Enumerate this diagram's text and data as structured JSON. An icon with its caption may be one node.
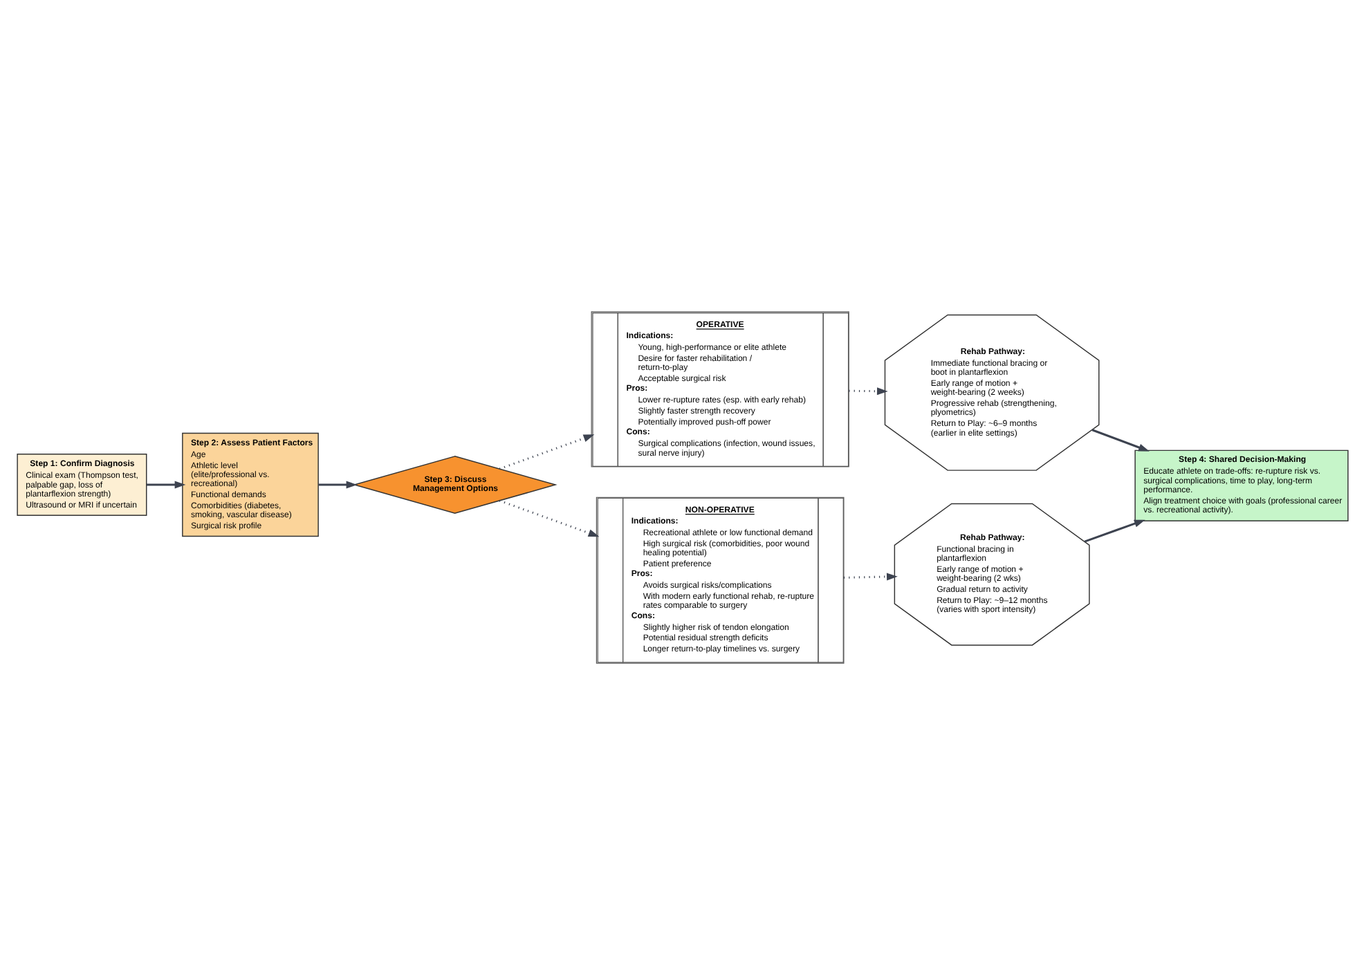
{
  "diagram": {
    "nodes": [
      {
        "text": [
          "Step 1: Confirm Diagnosis",
          "Clinical exam (Thompson test, palpable gap, loss of plantarflexion strength)",
          "Ultrasound or MRI if uncertain"
        ]
      },
      {
        "text": [
          "Step 2: Assess Patient Factors",
          "Age",
          "Athletic level (elite/professional vs. recreational)",
          "Functional demands",
          "Comorbidities (diabetes, smoking, vascular disease)",
          "Surgical risk profile"
        ]
      },
      {
        "text": [
          "Step 3: Discuss Management Options"
        ]
      },
      {
        "text": [
          "OPERATIVE",
          "Indications:",
          "Young, high-performance or elite athlete",
          "Desire for faster rehabilitation / return-to-play",
          "Acceptable surgical risk",
          "Pros:",
          "Lower re-rupture rates (esp. with early rehab)",
          "Slightly faster strength recovery",
          "Potentially improved push-off power",
          "Cons:",
          "Surgical complications (infection, wound issues, sural nerve injury)"
        ]
      },
      {
        "text": [
          "NON-OPERATIVE",
          "Indications:",
          "Recreational athlete or low functional demand",
          "High surgical risk (comorbidities, poor wound healing potential)",
          "Patient preference",
          "Pros:",
          "Avoids surgical risks/complications",
          "With modern early functional rehab, re-rupture rates comparable to surgery",
          "Cons:",
          "Slightly higher risk of tendon elongation",
          "Potential residual strength deficits",
          "Longer return-to-play timelines vs. surgery"
        ]
      },
      {
        "text": [
          "Rehab Pathway:",
          "Immediate functional bracing or boot in plantarflexion",
          "Early range of motion + weight-bearing (2 weeks)",
          "Progressive rehab (strengthening, plyometrics)",
          "Return to Play: ~6–9 months (earlier in elite settings)"
        ]
      },
      {
        "text": [
          "Step 4: Shared Decision-Making",
          "Educate athlete on trade-offs: re-rupture risk vs. surgical complications, time to play, long-term performance.",
          "Align treatment choice with goals (professional career vs. recreational activity)."
        ]
      },
      {
        "text": [
          "Rehab Pathway:",
          "Functional bracing in plantarflexion",
          "Early range of motion + weight-bearing (2 wks)",
          "Gradual return to activity",
          "Return to Play: ~9–12 months (varies with sport intensity)"
        ]
      }
    ],
    "edges": [
      {
        "from": 0,
        "to": 1,
        "arrow": "to"
      },
      {
        "from": 1,
        "to": 2,
        "arrow": "to"
      },
      {
        "from": 2,
        "to": 3,
        "arrow": "to",
        "style": "dashed"
      },
      {
        "from": 2,
        "to": 4,
        "arrow": "to",
        "style": "dashed"
      },
      {
        "from": 3,
        "to": 5,
        "arrow": "to",
        "style": "dashed"
      },
      {
        "from": 4,
        "to": 7,
        "arrow": "to",
        "style": "dashed"
      },
      {
        "from": 5,
        "to": 6,
        "arrow": "to"
      },
      {
        "from": 7,
        "to": 6,
        "arrow": "to"
      }
    ]
  }
}
